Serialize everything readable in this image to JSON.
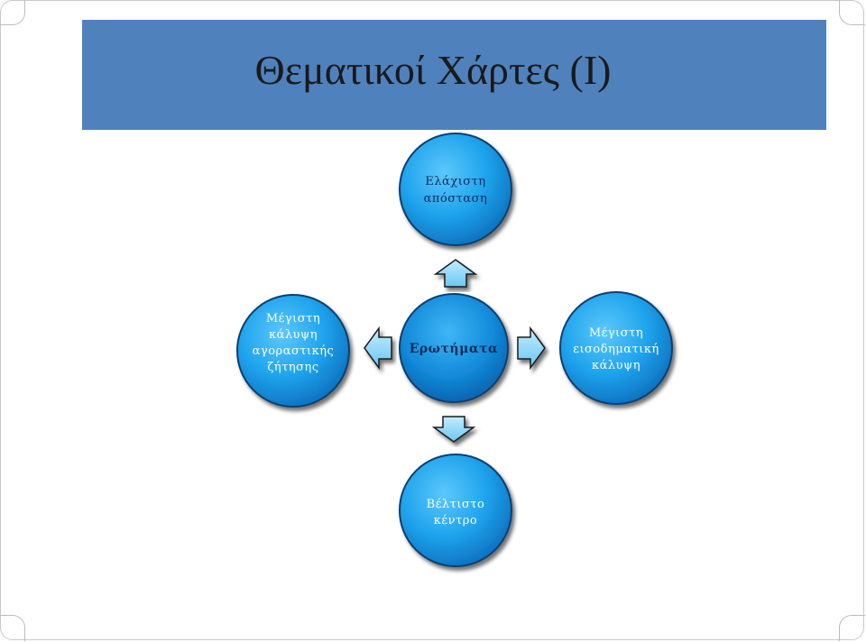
{
  "slide": {
    "title": "Θεματικοί Χάρτες (Ι)"
  },
  "diagram": {
    "center": "Ερωτήματα",
    "nodes": {
      "top": [
        "Ελάχιστη",
        "απόσταση"
      ],
      "left": [
        "Μέγιστη",
        "κάλυψη",
        "αγοραστικής",
        "ζήτησης"
      ],
      "right": [
        "Μέγιστη",
        "εισοδηματική",
        "κάλυψη"
      ],
      "bottom": [
        "Βέλτιστο",
        "κέντρο"
      ]
    },
    "colors": {
      "title_band": "#4f81bd",
      "node_fill": "#1c9ee8",
      "center_fill": "#0f7fcf",
      "arrow_fill": "#8fd3f7"
    }
  }
}
